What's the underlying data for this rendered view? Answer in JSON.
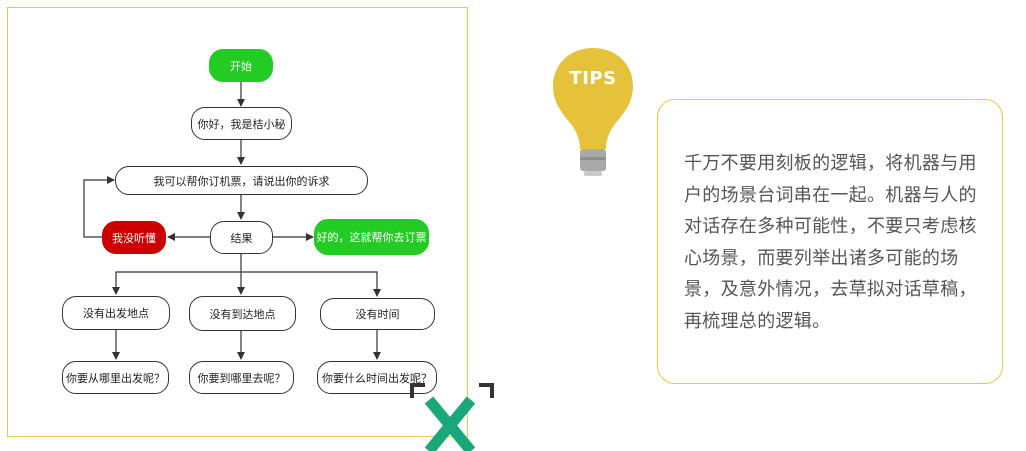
{
  "flowchart": {
    "start": "开始",
    "greeting": "你好，我是桔小秘",
    "prompt": "我可以帮你订机票，请说出你的诉求",
    "result": "结果",
    "not_understood": "我没听懂",
    "ok": "好的，这就帮你去订票",
    "missing_departure": "没有出发地点",
    "missing_destination": "没有到达地点",
    "missing_time": "没有时间",
    "ask_departure": "你要从哪里出发呢？",
    "ask_destination": "你要到哪里去呢？",
    "ask_time": "你要什么时间出发呢？"
  },
  "tips": {
    "label": "TIPS",
    "text": "千万不要用刻板的逻辑，将机器与用户的场景台词串在一起。机器与人的对话存在多种可能性，不要只考虑核心场景，而要列举出诸多可能的场景，及意外情况，去草拟对话草稿，再梳理总的逻辑。"
  },
  "colors": {
    "frame_border": "#e8c84a",
    "bulb": "#e6c13a",
    "bulb_base": "#a9a9a9",
    "node_green": "#22cc22",
    "node_red": "#cc0000",
    "x_mark": "#1aa87a"
  },
  "icons": [
    "lightbulb-icon",
    "close-x-icon"
  ]
}
